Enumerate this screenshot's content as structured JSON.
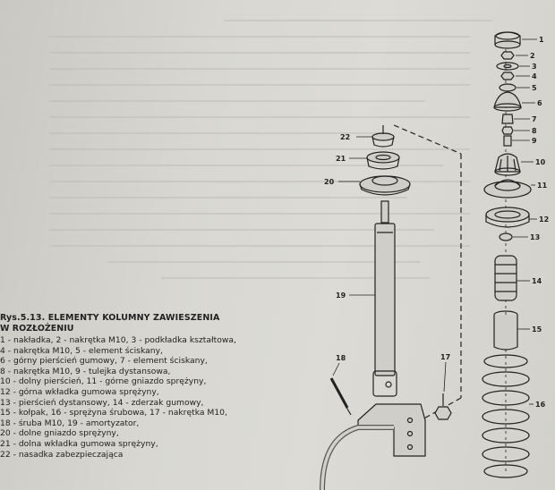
{
  "figure": {
    "caption_title": "Rys.5.13. ELEMENTY KOLUMNY ZAWIESZENIA",
    "caption_subtitle": "W ROZŁOŻENIU",
    "legend_lines": [
      "1 - nakładka, 2 - nakrętka M10, 3 - podkładka kształtowa,",
      "4 - nakrętka M10, 5 - element ściskany,",
      "6 - górny pierścień gumowy, 7 - element ściskany,",
      "8 - nakrętka M10, 9 - tulejka dystansowa,",
      "10 - dolny pierścień, 11 - górne gniazdo sprężyny,",
      "12 - górna wkładka gumowa sprężyny,",
      "13 - pierścień dystansowy, 14 - zderzak gumowy,",
      "15 - kołpak, 16 - sprężyna śrubowa, 17 - nakrętka M10,",
      "18 - śruba M10, 19 - amortyzator,",
      "20 - dolne gniazdo sprężyny,",
      "21 - dolna wkładka gumowa sprężyny,",
      "22 - nasadka zabezpieczająca"
    ],
    "part_numbers": [
      "1",
      "2",
      "3",
      "4",
      "5",
      "6",
      "7",
      "8",
      "9",
      "10",
      "11",
      "12",
      "13",
      "14",
      "15",
      "16",
      "17",
      "18",
      "19",
      "20",
      "21",
      "22"
    ]
  },
  "colors": {
    "page": "#d8d7d1",
    "ink": "#222222",
    "bleed": "#bfbeb8"
  }
}
